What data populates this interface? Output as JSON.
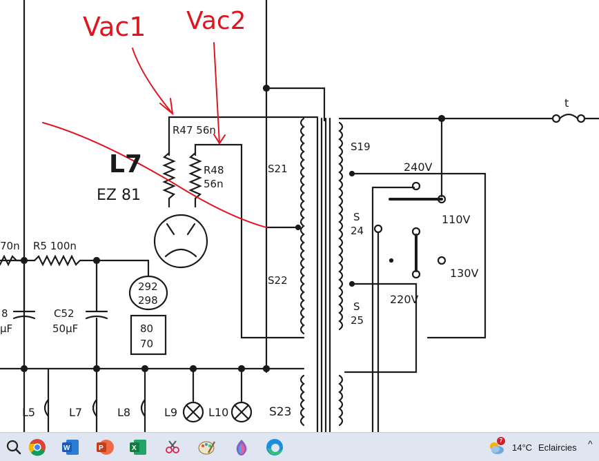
{
  "schematic": {
    "tube_name": "L7",
    "tube_type": "EZ 81",
    "r47": "R47 56n",
    "r48_a": "R48",
    "r48_b": "56n",
    "r5": "R5 100n",
    "r_left": "70n",
    "s21": "S21",
    "s22": "S22",
    "s23": "S23",
    "s19": "S19",
    "s24_a": "S",
    "s24_b": "24",
    "s25_a": "S",
    "s25_b": "25",
    "v240": "240V",
    "v110": "110V",
    "v130": "130V",
    "v220": "220V",
    "fuse": "t",
    "c52_a": "C52",
    "c52_b": "50µF",
    "c_left_a": "8",
    "c_left_b": "µF",
    "tag1_a": "292",
    "tag1_b": "298",
    "tag2_a": "80",
    "tag2_b": "70",
    "lamp_labels": [
      "L5",
      "L7",
      "L8",
      "L9",
      "L10"
    ]
  },
  "annotations": {
    "vac1": "Vac1",
    "vac2": "Vac2"
  },
  "taskbar": {
    "icons": [
      "windows-search-icon",
      "chrome-icon",
      "word-icon",
      "powerpoint-icon",
      "excel-icon",
      "snipping-icon",
      "paint-icon",
      "copilot-icon",
      "edge-icon"
    ],
    "weather_badge": "7",
    "weather_temp": "14°C",
    "weather_desc": "Eclaircies",
    "tray_chevron": "^"
  }
}
